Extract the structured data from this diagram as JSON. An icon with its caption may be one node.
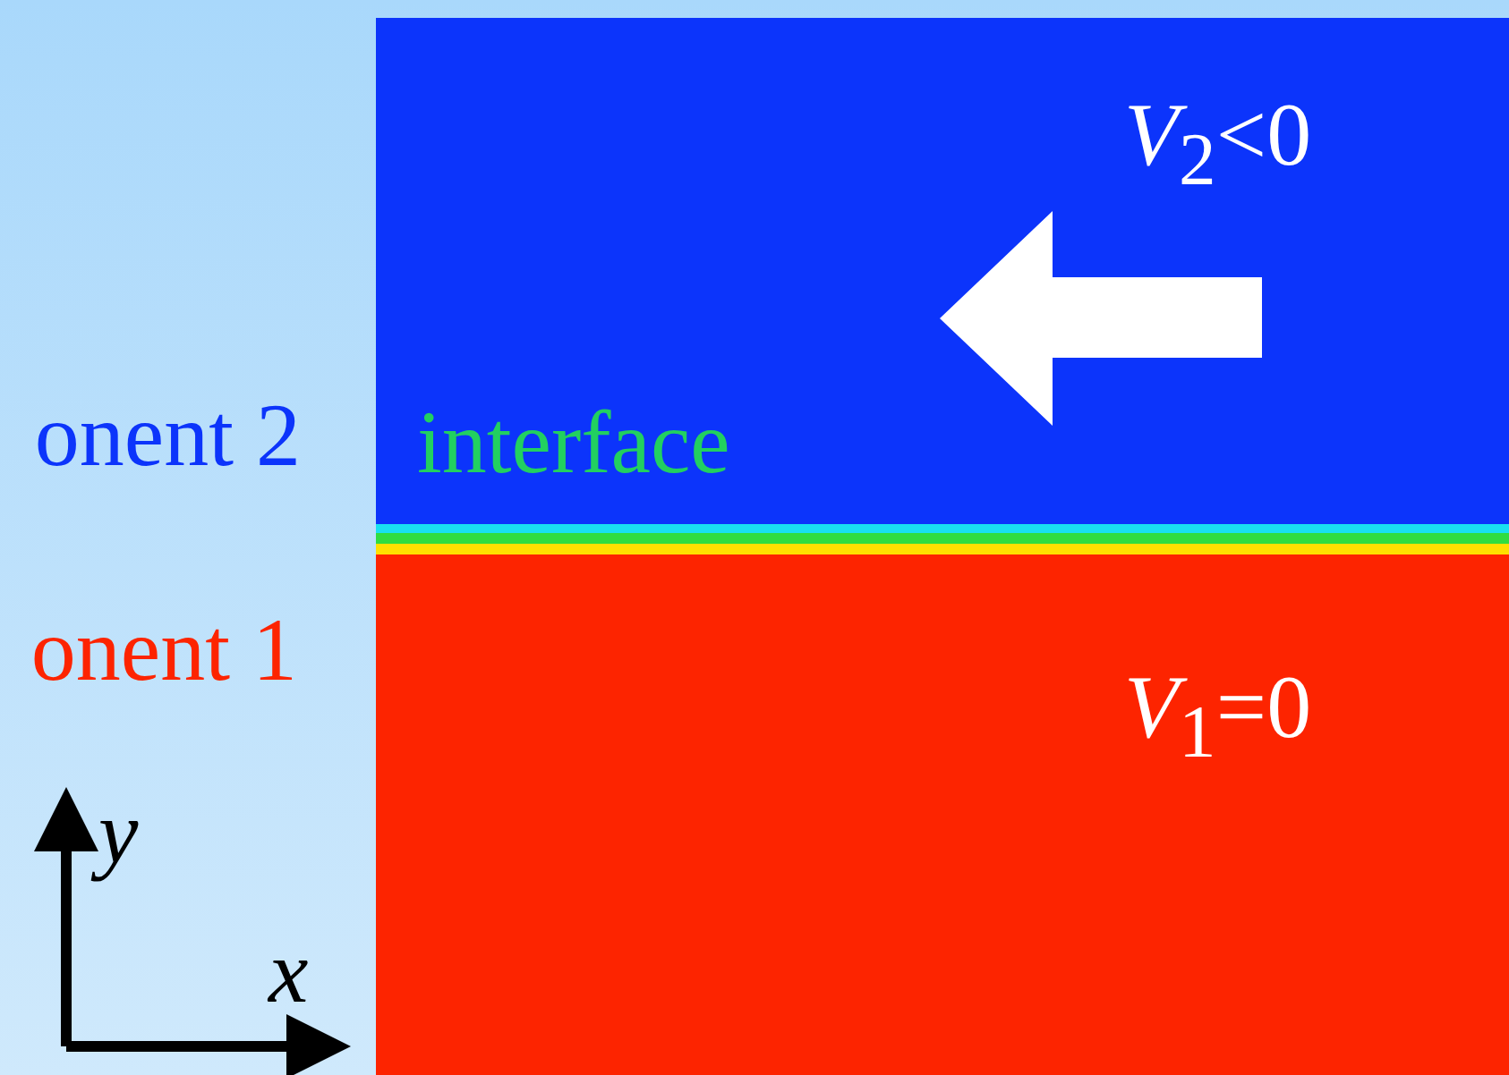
{
  "diagram": {
    "labels": [
      "*V*$_{2}$<0",
      "onent 2",
      "interface",
      "onent 1",
      "*V*$_{1}$=0",
      "y",
      "x"
    ]
  }
}
